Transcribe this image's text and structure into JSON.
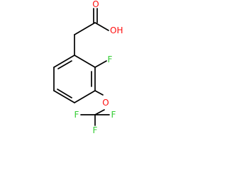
{
  "molecule": {
    "atom_labels": {
      "carbonyl_oxygen": "O",
      "hydroxyl": "OH",
      "ring_fluorine": "F",
      "ether_oxygen": "O",
      "cf3_fluorine_left": "F",
      "cf3_fluorine_right": "F",
      "cf3_fluorine_bottom": "F"
    },
    "colors": {
      "bond": "#000000",
      "oxygen": "#ff0d0d",
      "fluorine": "#33cc33"
    }
  }
}
